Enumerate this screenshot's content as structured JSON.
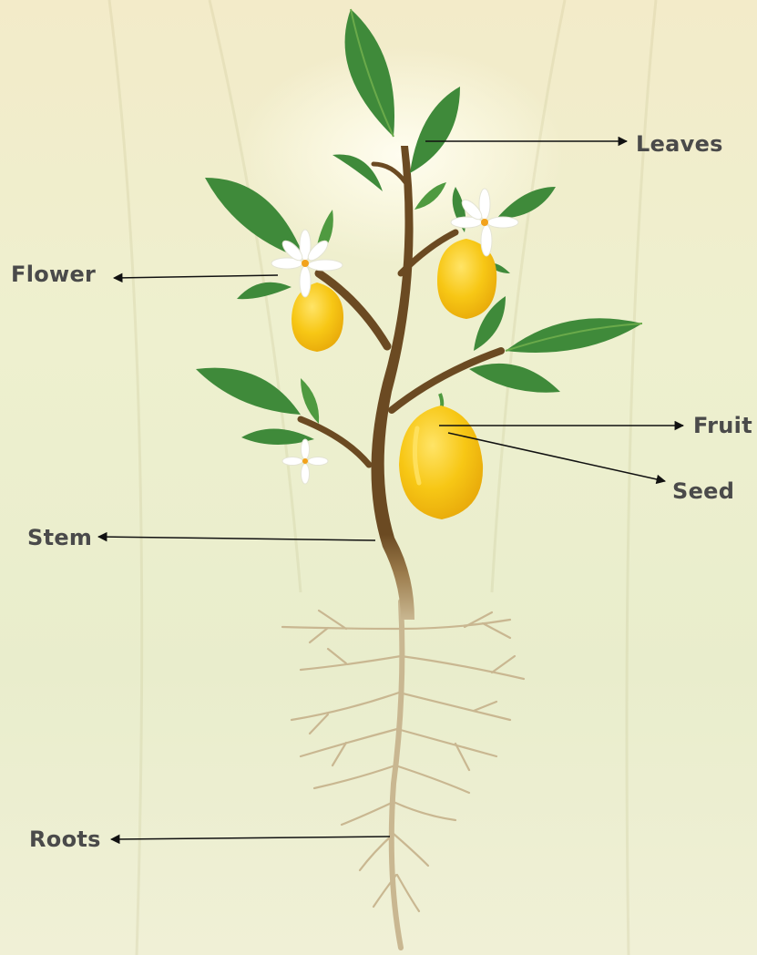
{
  "labels": {
    "leaves": "Leaves",
    "flower": "Flower",
    "fruit": "Fruit",
    "seed": "Seed",
    "stem": "Stem",
    "roots": "Roots"
  },
  "colors": {
    "leaf_dark": "#3f8a3a",
    "leaf_light": "#6aaa4a",
    "stem": "#6b4a22",
    "stem_light": "#8a6a3a",
    "root": "#c9b791",
    "fruit": "#f7c715",
    "fruit_highlight": "#ffe467",
    "flower": "#ffffff",
    "label_text": "#4a4a4a",
    "arrow": "#111111"
  }
}
